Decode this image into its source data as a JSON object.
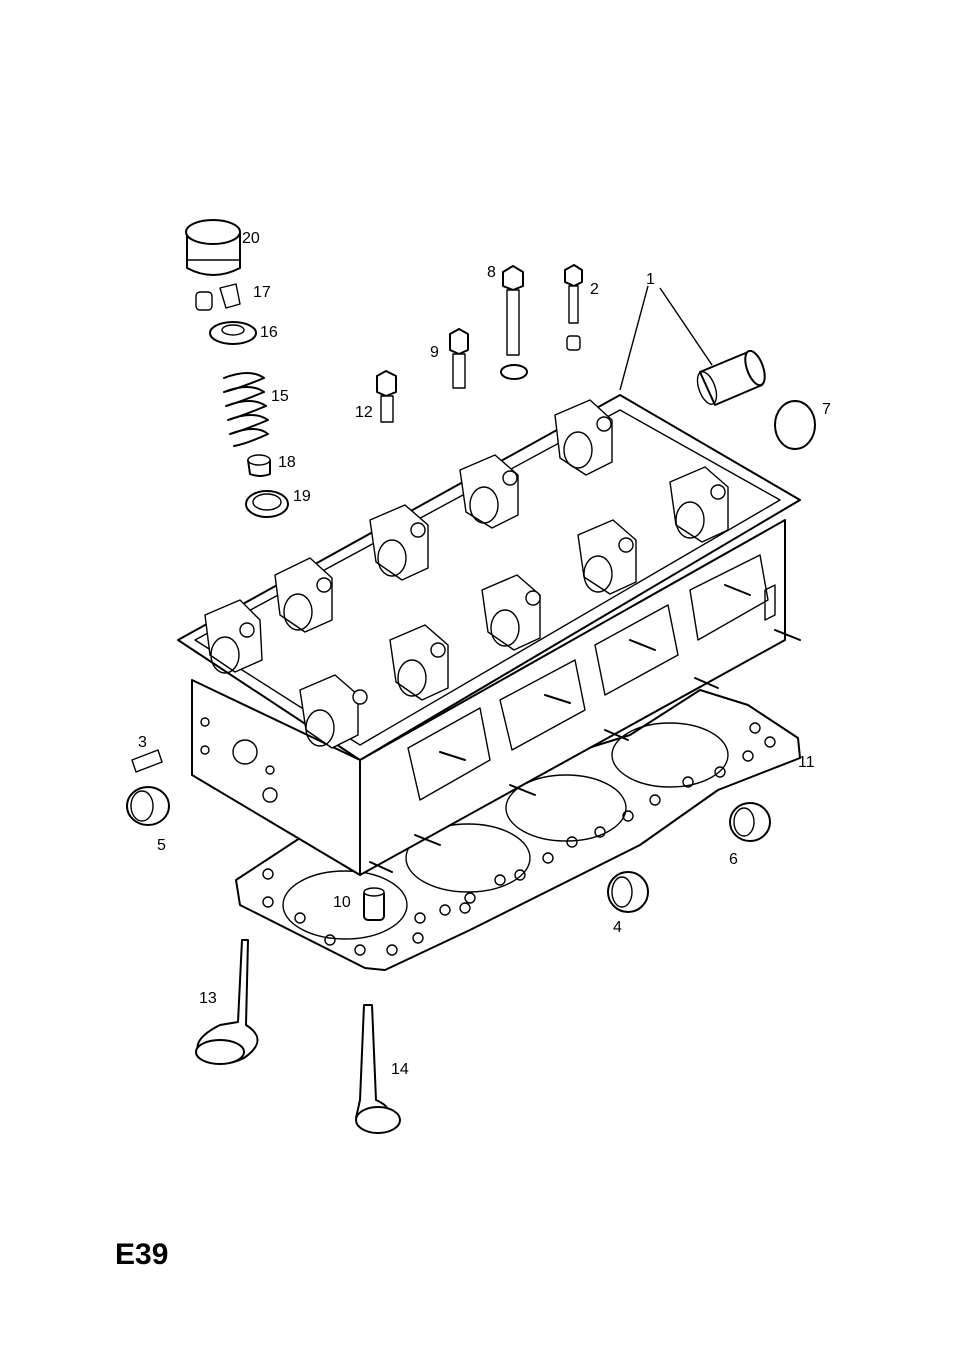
{
  "page_code": "E39",
  "callouts": [
    {
      "id": "1",
      "label": "1"
    },
    {
      "id": "2",
      "label": "2"
    },
    {
      "id": "3",
      "label": "3"
    },
    {
      "id": "4",
      "label": "4"
    },
    {
      "id": "5",
      "label": "5"
    },
    {
      "id": "6",
      "label": "6"
    },
    {
      "id": "7",
      "label": "7"
    },
    {
      "id": "8",
      "label": "8"
    },
    {
      "id": "9",
      "label": "9"
    },
    {
      "id": "10",
      "label": "10"
    },
    {
      "id": "11",
      "label": "11"
    },
    {
      "id": "12",
      "label": "12"
    },
    {
      "id": "13",
      "label": "13"
    },
    {
      "id": "14",
      "label": "14"
    },
    {
      "id": "15",
      "label": "15"
    },
    {
      "id": "16",
      "label": "16"
    },
    {
      "id": "17",
      "label": "17"
    },
    {
      "id": "18",
      "label": "18"
    },
    {
      "id": "19",
      "label": "19"
    },
    {
      "id": "20",
      "label": "20"
    }
  ]
}
